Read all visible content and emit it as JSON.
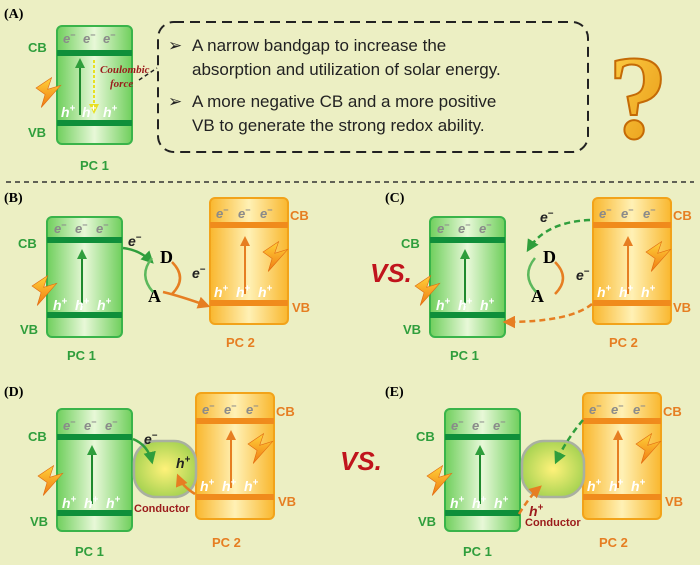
{
  "panels": {
    "a": {
      "tag": "(A)",
      "cb": "CB",
      "vb": "VB",
      "pc": "PC 1",
      "coulombic": [
        "Coulombic",
        "force"
      ],
      "bullets": [
        [
          "A narrow bandgap to increase the",
          "absorption and utilization of solar energy."
        ],
        [
          "A more negative CB and a more positive",
          "VB to generate the strong redox ability."
        ]
      ],
      "question": "?"
    },
    "b": {
      "tag": "(B)",
      "cb1": "CB",
      "vb1": "VB",
      "pc1": "PC 1",
      "cb2": "CB",
      "vb2": "VB",
      "pc2": "PC 2",
      "d": "D",
      "a": "A"
    },
    "c": {
      "tag": "(C)",
      "cb1": "CB",
      "vb1": "VB",
      "pc1": "PC 1",
      "cb2": "CB",
      "vb2": "VB",
      "pc2": "PC 2",
      "d": "D",
      "a": "A"
    },
    "d": {
      "tag": "(D)",
      "cb1": "CB",
      "vb1": "VB",
      "pc1": "PC 1",
      "cb2": "CB",
      "vb2": "VB",
      "pc2": "PC 2",
      "conductor": "Conductor"
    },
    "e": {
      "tag": "(E)",
      "cb1": "CB",
      "vb1": "VB",
      "pc1": "PC 1",
      "cb2": "CB",
      "vb2": "VB",
      "pc2": "PC 2",
      "conductor": "Conductor"
    }
  },
  "vs_label": "VS.",
  "carriers": {
    "electron": "e",
    "hole": "h",
    "minus": "−",
    "plus": "+"
  },
  "colors": {
    "green": "#2f9e3c",
    "orange": "#e67e22",
    "maroon": "#9b1b1b",
    "question": "#f4a81a"
  }
}
